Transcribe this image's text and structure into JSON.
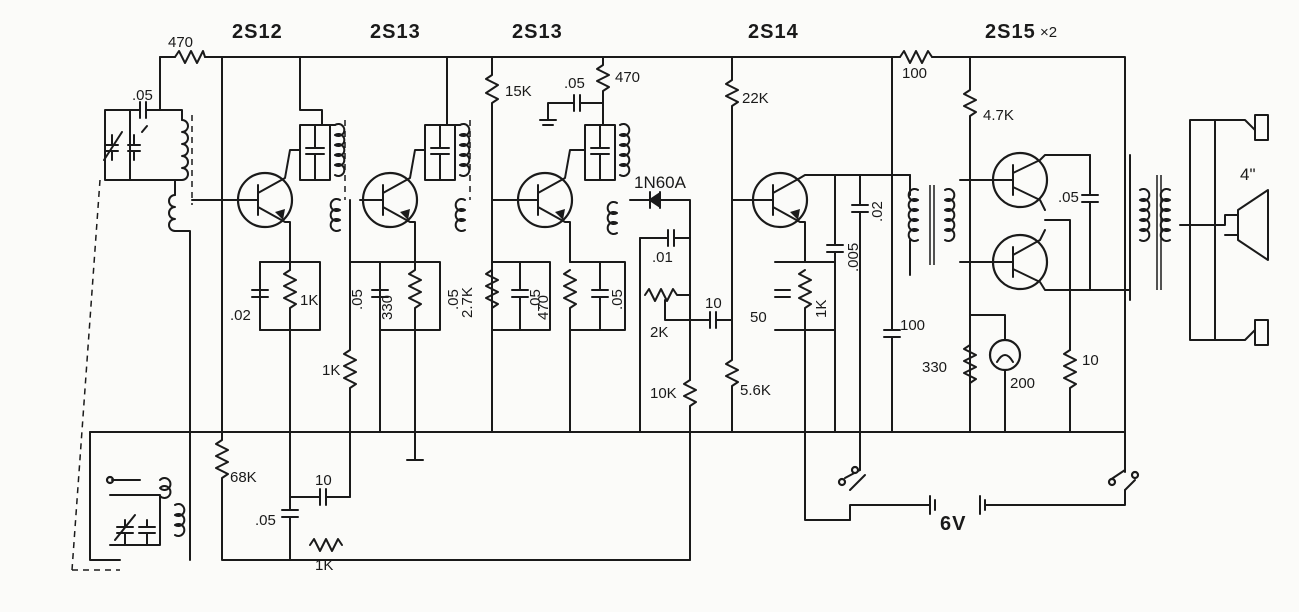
{
  "transistors": {
    "q1": "2S12",
    "q2": "2S13",
    "q3": "2S13",
    "q4": "2S14",
    "q5": "2S15",
    "q5_count": "×2"
  },
  "diode": "1N60A",
  "supply": "6V",
  "speaker": "4\"",
  "resistors": {
    "r_ant": "470",
    "r_q1e": "1K",
    "r_q1b": "68K",
    "r_fb": "1K",
    "r_q2e": "330",
    "r_q2b": "1K",
    "r_15k": "15K",
    "r_q3b": "2.7K",
    "r_q3e": "470",
    "r_dec": "470",
    "r_vol": "2K",
    "r_det": "10K",
    "r_22k": "22K",
    "r_56k": "5.6K",
    "r_q4e": "1K",
    "r_100": "100",
    "r_47k": "4.7K",
    "r_330b": "330",
    "r_therm": "200",
    "r_10": "10"
  },
  "capacitors": {
    "c_ant": ".05",
    "c_q1e": ".02",
    "c_q1b": ".05",
    "c_fb": "10",
    "c_q2e": ".05",
    "c_q2b": ".05",
    "c_q3b": ".05",
    "c_q3e": ".05",
    "c_dec": ".05",
    "c_det": ".01",
    "c_cpl": "10",
    "c_q4e": "50",
    "c_005": ".005",
    "c_02": ".02",
    "c_100": "100",
    "c_out": ".05"
  }
}
